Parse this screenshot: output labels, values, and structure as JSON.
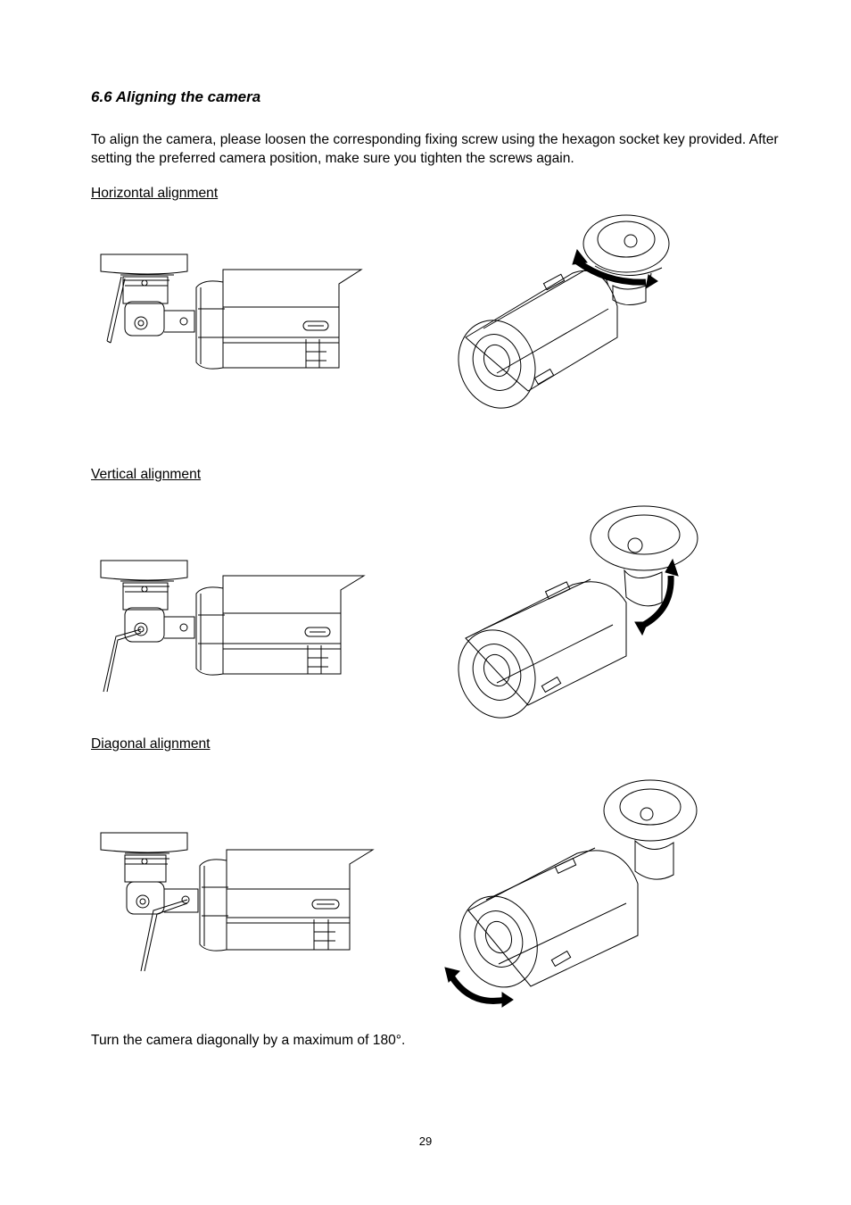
{
  "section": {
    "heading": "6.6 Aligning the camera",
    "intro": "To align the camera, please loosen the corresponding fixing screw using the hexagon socket key provided. After setting the preferred camera position, make sure you tighten the screws again."
  },
  "alignments": [
    {
      "title": "Horizontal alignment",
      "side_view_icon": "camera-side-view-hex-key",
      "perspective_icon": "camera-perspective-horizontal-arrow"
    },
    {
      "title": "Vertical alignment",
      "side_view_icon": "camera-side-view-hex-key",
      "perspective_icon": "camera-perspective-vertical-arrow"
    },
    {
      "title": "Diagonal alignment",
      "side_view_icon": "camera-side-view-hex-key",
      "perspective_icon": "camera-perspective-diagonal-arrow"
    }
  ],
  "closing_note": "Turn the camera diagonally by a maximum of 180°.",
  "page_number": "29"
}
